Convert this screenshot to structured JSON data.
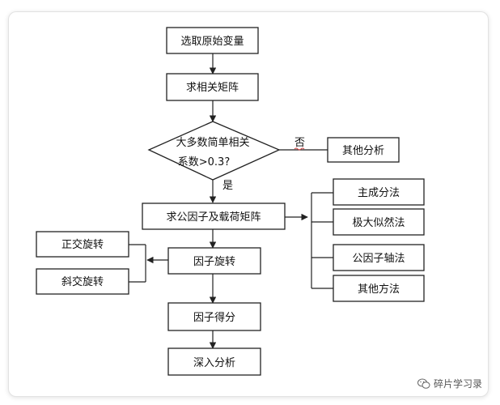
{
  "nodes": {
    "select_vars": "选取原始变量",
    "corr_matrix": "求相关矩阵",
    "decision_line1": "大多数简单相关",
    "decision_line2": "系数>0.3?",
    "other_analysis": "其他分析",
    "loading_matrix": "求公因子及载荷矩阵",
    "principal_comp": "主成分法",
    "max_likelihood": "极大似然法",
    "principal_axis": "公因子轴法",
    "other_methods": "其他方法",
    "orthogonal_rot": "正交旋转",
    "oblique_rot": "斜交旋转",
    "factor_rotation": "因子旋转",
    "factor_scores": "因子得分",
    "deep_analysis": "深入分析"
  },
  "edges": {
    "no_label": "否",
    "yes_label": "是"
  },
  "watermark": {
    "text": "碎片学习录",
    "icon": "wechat-icon"
  },
  "colors": {
    "stroke": "#222222",
    "no_underline": "#d04040"
  }
}
